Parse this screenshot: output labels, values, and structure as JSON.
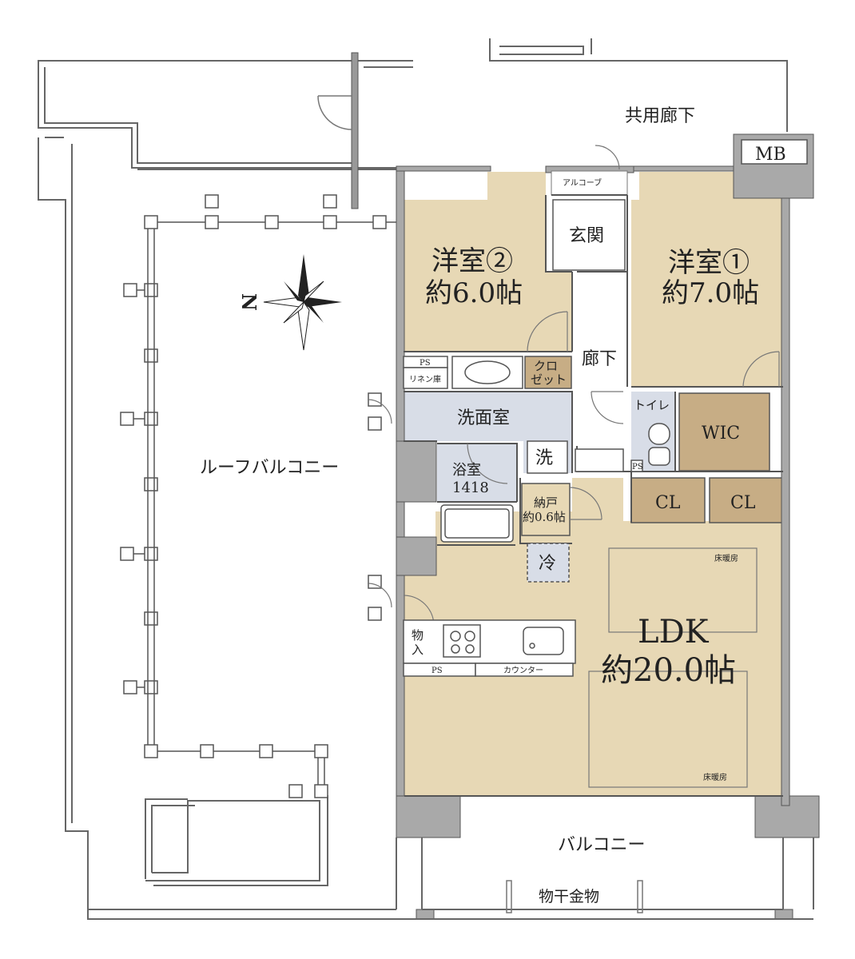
{
  "floorplan": {
    "rooms": {
      "western_room_2": {
        "name": "洋室②",
        "size": "約6.0帖"
      },
      "western_room_1": {
        "name": "洋室①",
        "size": "約7.0帖"
      },
      "ldk": {
        "name": "LDK",
        "size": "約20.0帖"
      }
    },
    "labels": {
      "common_corridor": "共用廊下",
      "mb": "MB",
      "alcove": "アルコーブ",
      "entrance": "玄関",
      "hallway": "廊下",
      "ps_top": "PS",
      "linen": "リネン庫",
      "closet_line1": "クロ",
      "closet_line2": "ゼット",
      "washroom": "洗面室",
      "wash": "洗",
      "bathroom": "浴室",
      "bath_size": "1418",
      "storage_line1": "納戸",
      "storage_line2": "約0.6帖",
      "fridge": "冷",
      "toilet": "トイレ",
      "ps_toilet": "PS",
      "wic": "WIC",
      "cl_left": "CL",
      "cl_right": "CL",
      "floor_heating_top": "床暖房",
      "floor_heating_bottom": "床暖房",
      "storage_small_line1": "物",
      "storage_small_line2": "入",
      "ps_kitchen": "PS",
      "counter": "カウンター",
      "roof_balcony": "ルーフバルコニー",
      "balcony": "バルコニー",
      "laundry_hanger": "物干金物",
      "north": "N"
    },
    "colors": {
      "room_tan": "#e7d8b5",
      "storage_brown": "#c7ad85",
      "wet_area_blue": "#d8dde7",
      "wall_gray": "#a9a9a9",
      "outline": "#555555"
    }
  }
}
